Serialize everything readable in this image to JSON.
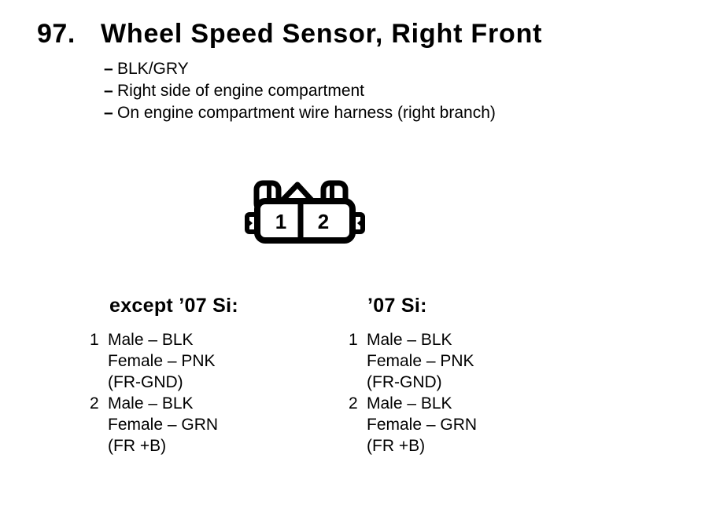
{
  "page": {
    "item_number": "97.",
    "title": "Wheel Speed Sensor, Right Front",
    "bullet": "–",
    "details": [
      "BLK/GRY",
      "Right side of engine compartment",
      "On engine compartment wire harness (right branch)"
    ]
  },
  "connector": {
    "pins": [
      "1",
      "2"
    ]
  },
  "columns": [
    {
      "heading": "except ’07 Si:",
      "pins": [
        {
          "number": "1",
          "lines": [
            "Male – BLK",
            "Female – PNK",
            "(FR-GND)"
          ]
        },
        {
          "number": "2",
          "lines": [
            "Male – BLK",
            "Female – GRN",
            "(FR +B)"
          ]
        }
      ]
    },
    {
      "heading": "’07 Si:",
      "pins": [
        {
          "number": "1",
          "lines": [
            "Male – BLK",
            "Female – PNK",
            "(FR-GND)"
          ]
        },
        {
          "number": "2",
          "lines": [
            "Male – BLK",
            "Female – GRN",
            "(FR +B)"
          ]
        }
      ]
    }
  ]
}
